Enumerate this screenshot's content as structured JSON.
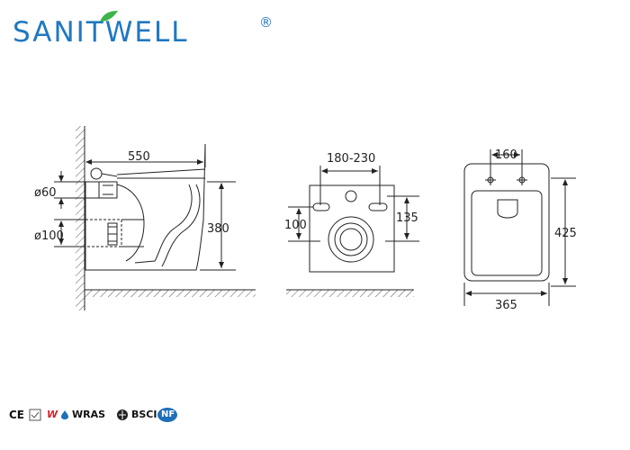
{
  "brand": {
    "name": "SANITWELL",
    "registered": "®",
    "color": "#1f78c1",
    "leaf_color": "#3cb44a"
  },
  "diagram": {
    "side_view": {
      "length": "550",
      "inlet": "ø60",
      "outlet": "ø100",
      "height": "380"
    },
    "front_view": {
      "bolt_spacing": "180-230",
      "lower_height": "100",
      "upper_height": "135"
    },
    "top_view": {
      "hole_spacing": "160",
      "depth": "425",
      "width": "365"
    }
  },
  "certifications": {
    "ce": "CE",
    "w": "W",
    "wras": "WRAS",
    "bsci": "BSCI",
    "nf": "NF",
    "ce_color": "#111111",
    "w_color": "#d42027",
    "nf_color": "#1f6fb8"
  }
}
